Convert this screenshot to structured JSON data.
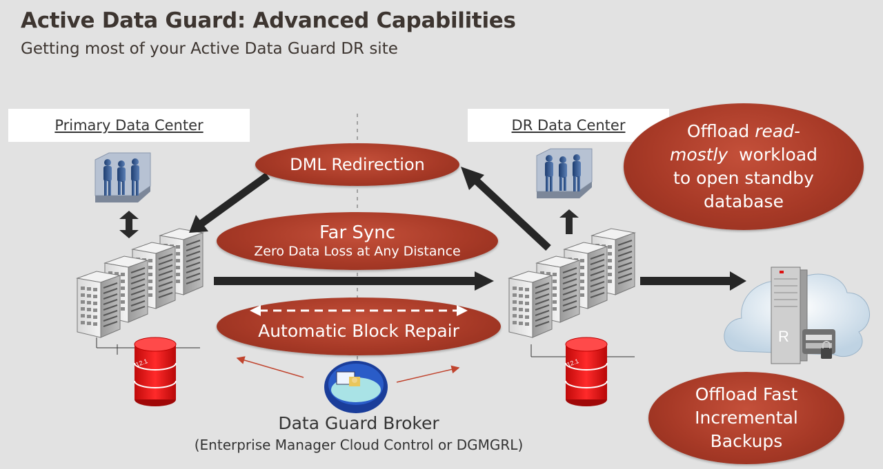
{
  "slide": {
    "title": "Active Data Guard: Advanced Capabilities",
    "subtitle": "Getting most of your Active Data Guard DR site"
  },
  "primary": {
    "label": "Primary Data Center",
    "db_version": "12.1"
  },
  "dr": {
    "label": "DR Data Center",
    "db_version": "12.1"
  },
  "ovals": {
    "dml_redirection": "DML Redirection",
    "far_sync_title": "Far Sync",
    "far_sync_sub": "Zero Data Loss at Any Distance",
    "block_repair": "Automatic Block Repair",
    "offload_read_1": "Offload ",
    "offload_read_italic_1": "read-",
    "offload_read_italic_2": "mostly",
    "offload_read_2": "  workload",
    "offload_read_3": "to open standby",
    "offload_read_4": "database",
    "offload_backup_1": "Offload Fast",
    "offload_backup_2": "Incremental",
    "offload_backup_3": "Backups"
  },
  "broker": {
    "title": "Data Guard Broker",
    "subtitle": "(Enterprise Manager Cloud Control or DGMGRL)"
  },
  "recovery_appliance": {
    "letter": "R"
  },
  "colors": {
    "oval_red": "#a83a27",
    "db_red": "#e01010",
    "arrow_dark": "#262626",
    "accent_thin_arrow": "#c0442e"
  }
}
